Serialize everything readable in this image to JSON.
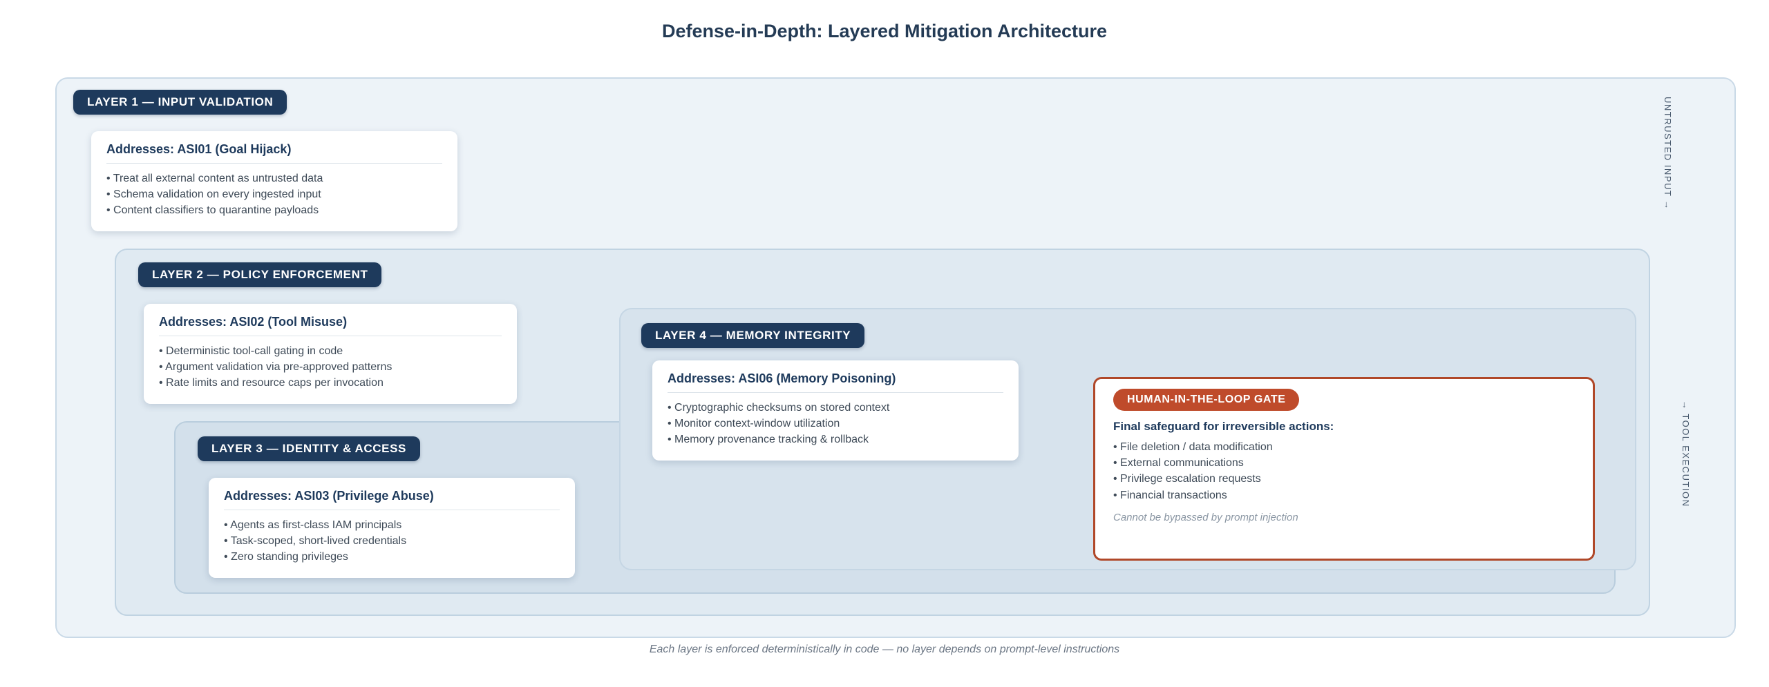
{
  "title": "Defense-in-Depth: Layered Mitigation Architecture",
  "footnote": "Each layer is enforced deterministically in code — no layer depends on prompt-level instructions",
  "flow_labels": {
    "input": "UNTRUSTED INPUT →",
    "output": "→ TOOL EXECUTION"
  },
  "layers": [
    {
      "badge": "LAYER 1 — INPUT VALIDATION",
      "card": {
        "heading": "Addresses: ASI01 (Goal Hijack)",
        "bullets": [
          "Treat all external content as untrusted data",
          "Schema validation on every ingested input",
          "Content classifiers to quarantine payloads"
        ]
      }
    },
    {
      "badge": "LAYER 2 — POLICY ENFORCEMENT",
      "card": {
        "heading": "Addresses: ASI02 (Tool Misuse)",
        "bullets": [
          "Deterministic tool-call gating in code",
          "Argument validation via pre-approved patterns",
          "Rate limits and resource caps per invocation"
        ]
      }
    },
    {
      "badge": "LAYER 3 — IDENTITY & ACCESS",
      "card": {
        "heading": "Addresses: ASI03 (Privilege Abuse)",
        "bullets": [
          "Agents as first-class IAM principals",
          "Task-scoped, short-lived credentials",
          "Zero standing privileges"
        ]
      }
    },
    {
      "badge": "LAYER 4 — MEMORY INTEGRITY",
      "card": {
        "heading": "Addresses: ASI06 (Memory Poisoning)",
        "bullets": [
          "Cryptographic checksums on stored context",
          "Monitor context-window utilization",
          "Memory provenance tracking & rollback"
        ]
      }
    }
  ],
  "hitl_gate": {
    "badge": "HUMAN-IN-THE-LOOP GATE",
    "heading": "Final safeguard for irreversible actions:",
    "bullets": [
      "File deletion / data modification",
      "External communications",
      "Privilege escalation requests",
      "Financial transactions"
    ],
    "note": "Cannot be bypassed by prompt injection"
  },
  "colors": {
    "navy": "#1e3a5c",
    "red_accent": "#bf4b2b",
    "layer1_bg": "#edf3f8",
    "layer2_bg": "#e0eaf2",
    "layer3_bg": "#d3e0eb",
    "layer4_bg": "#d7e3ed"
  }
}
